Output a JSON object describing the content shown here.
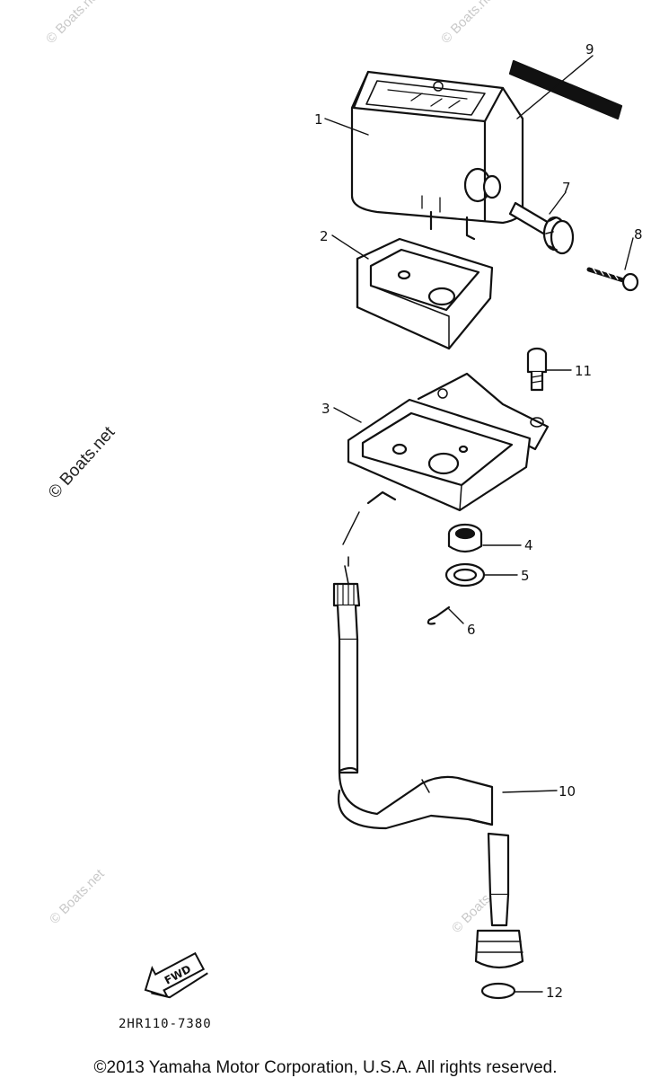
{
  "watermark": "© Boats.net",
  "callouts": [
    "1",
    "2",
    "3",
    "4",
    "5",
    "6",
    "7",
    "8",
    "9",
    "10",
    "11",
    "12"
  ],
  "direction_badge": "FWD",
  "diagram_code": "2HR110-7380",
  "copyright": "©2013 Yamaha Motor Corporation, U.S.A. All rights reserved."
}
